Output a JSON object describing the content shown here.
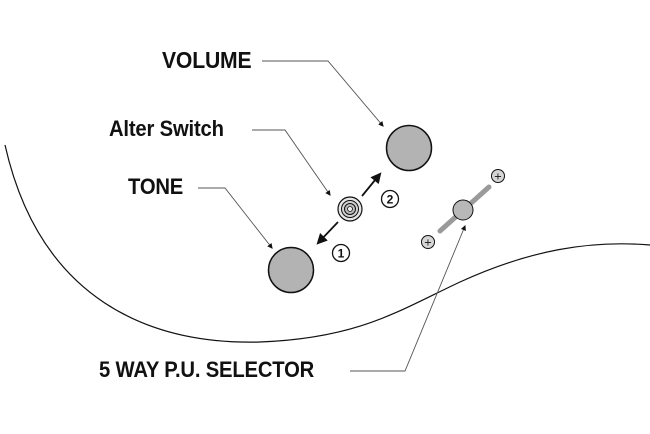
{
  "labels": {
    "volume": "VOLUME",
    "alter_switch": "Alter Switch",
    "tone": "TONE",
    "selector": "5 WAY P.U. SELECTOR"
  },
  "switch_positions": {
    "first": "1",
    "second": "2"
  },
  "selector_end_symbols": [
    "+",
    "+"
  ],
  "colors": {
    "knob_fill": "#b3b3b3",
    "line": "#111111",
    "background": "#ffffff"
  }
}
